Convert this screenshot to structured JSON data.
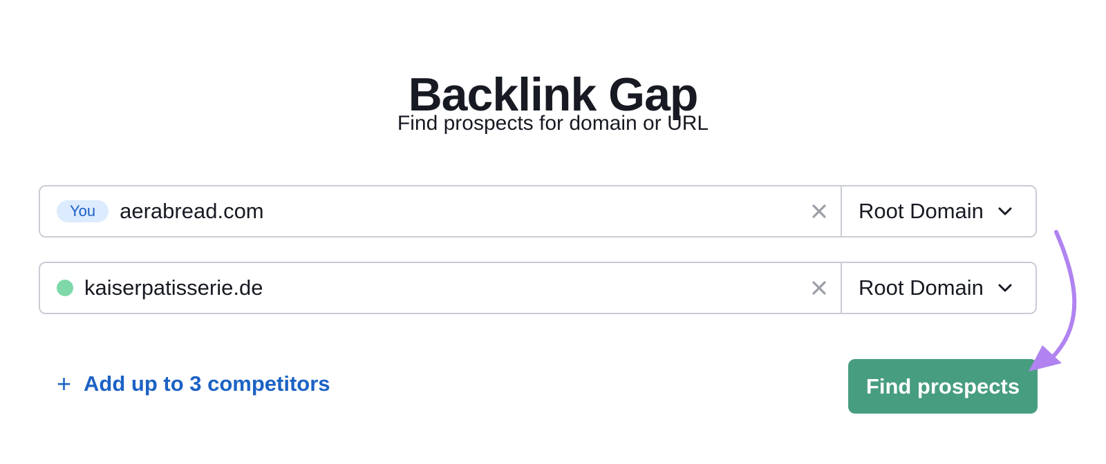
{
  "header": {
    "title": "Backlink Gap",
    "subtitle": "Find prospects for domain or URL"
  },
  "domains": [
    {
      "badge": "You",
      "value": "aerabread.com",
      "scope": "Root Domain",
      "marker_color": "#dcebfd"
    },
    {
      "badge": null,
      "value": "kaiserpatisserie.de",
      "scope": "Root Domain",
      "marker_color": "#7fd8a9"
    }
  ],
  "actions": {
    "add_competitors": "Add up to 3 competitors",
    "add_icon": "+",
    "find_prospects": "Find prospects"
  },
  "colors": {
    "primary_button": "#479d7f",
    "link": "#1c62c4",
    "annotation_arrow": "#b083f0"
  },
  "icons": {
    "clear": "close-icon",
    "dropdown": "chevron-down-icon",
    "annotation": "curved-arrow-icon"
  }
}
